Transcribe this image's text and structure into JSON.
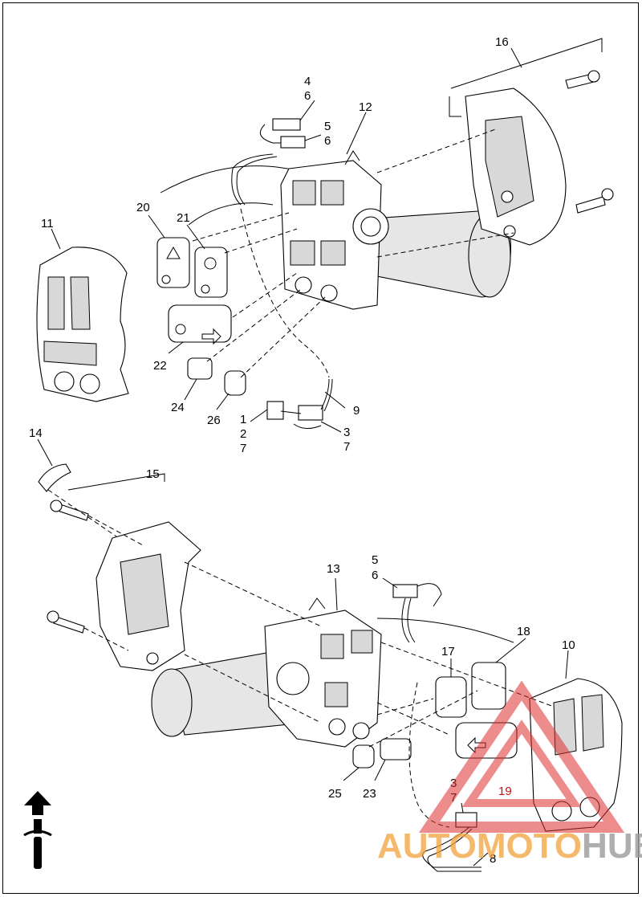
{
  "callouts": {
    "c16": "16",
    "c4": "4",
    "c6a": "6",
    "c12": "12",
    "c5a": "5",
    "c6b": "6",
    "c20": "20",
    "c21": "21",
    "c11": "11",
    "c22": "22",
    "c24": "24",
    "c26": "26",
    "c9": "9",
    "c1": "1",
    "c2": "2",
    "c7a": "7",
    "c3a": "3",
    "c7b": "7",
    "c14": "14",
    "c15": "15",
    "c13": "13",
    "c5b": "5",
    "c6c": "6",
    "c18": "18",
    "c10": "10",
    "c17": "17",
    "c19": "19",
    "c25": "25",
    "c23": "23",
    "c3b": "3",
    "c7c": "7",
    "c8": "8"
  },
  "watermark": {
    "part1": "AUTO",
    "part2": "MOTO",
    "part3": "HUB"
  },
  "icons": [
    "direction-arrow-icon",
    "motorcycle-front-icon",
    "watermark-triangle-logo"
  ],
  "colors": {
    "watermark_red": "#e03030",
    "watermark_orange": "#f2a23a",
    "watermark_gray": "#9a9a9a",
    "line": "#000000"
  }
}
